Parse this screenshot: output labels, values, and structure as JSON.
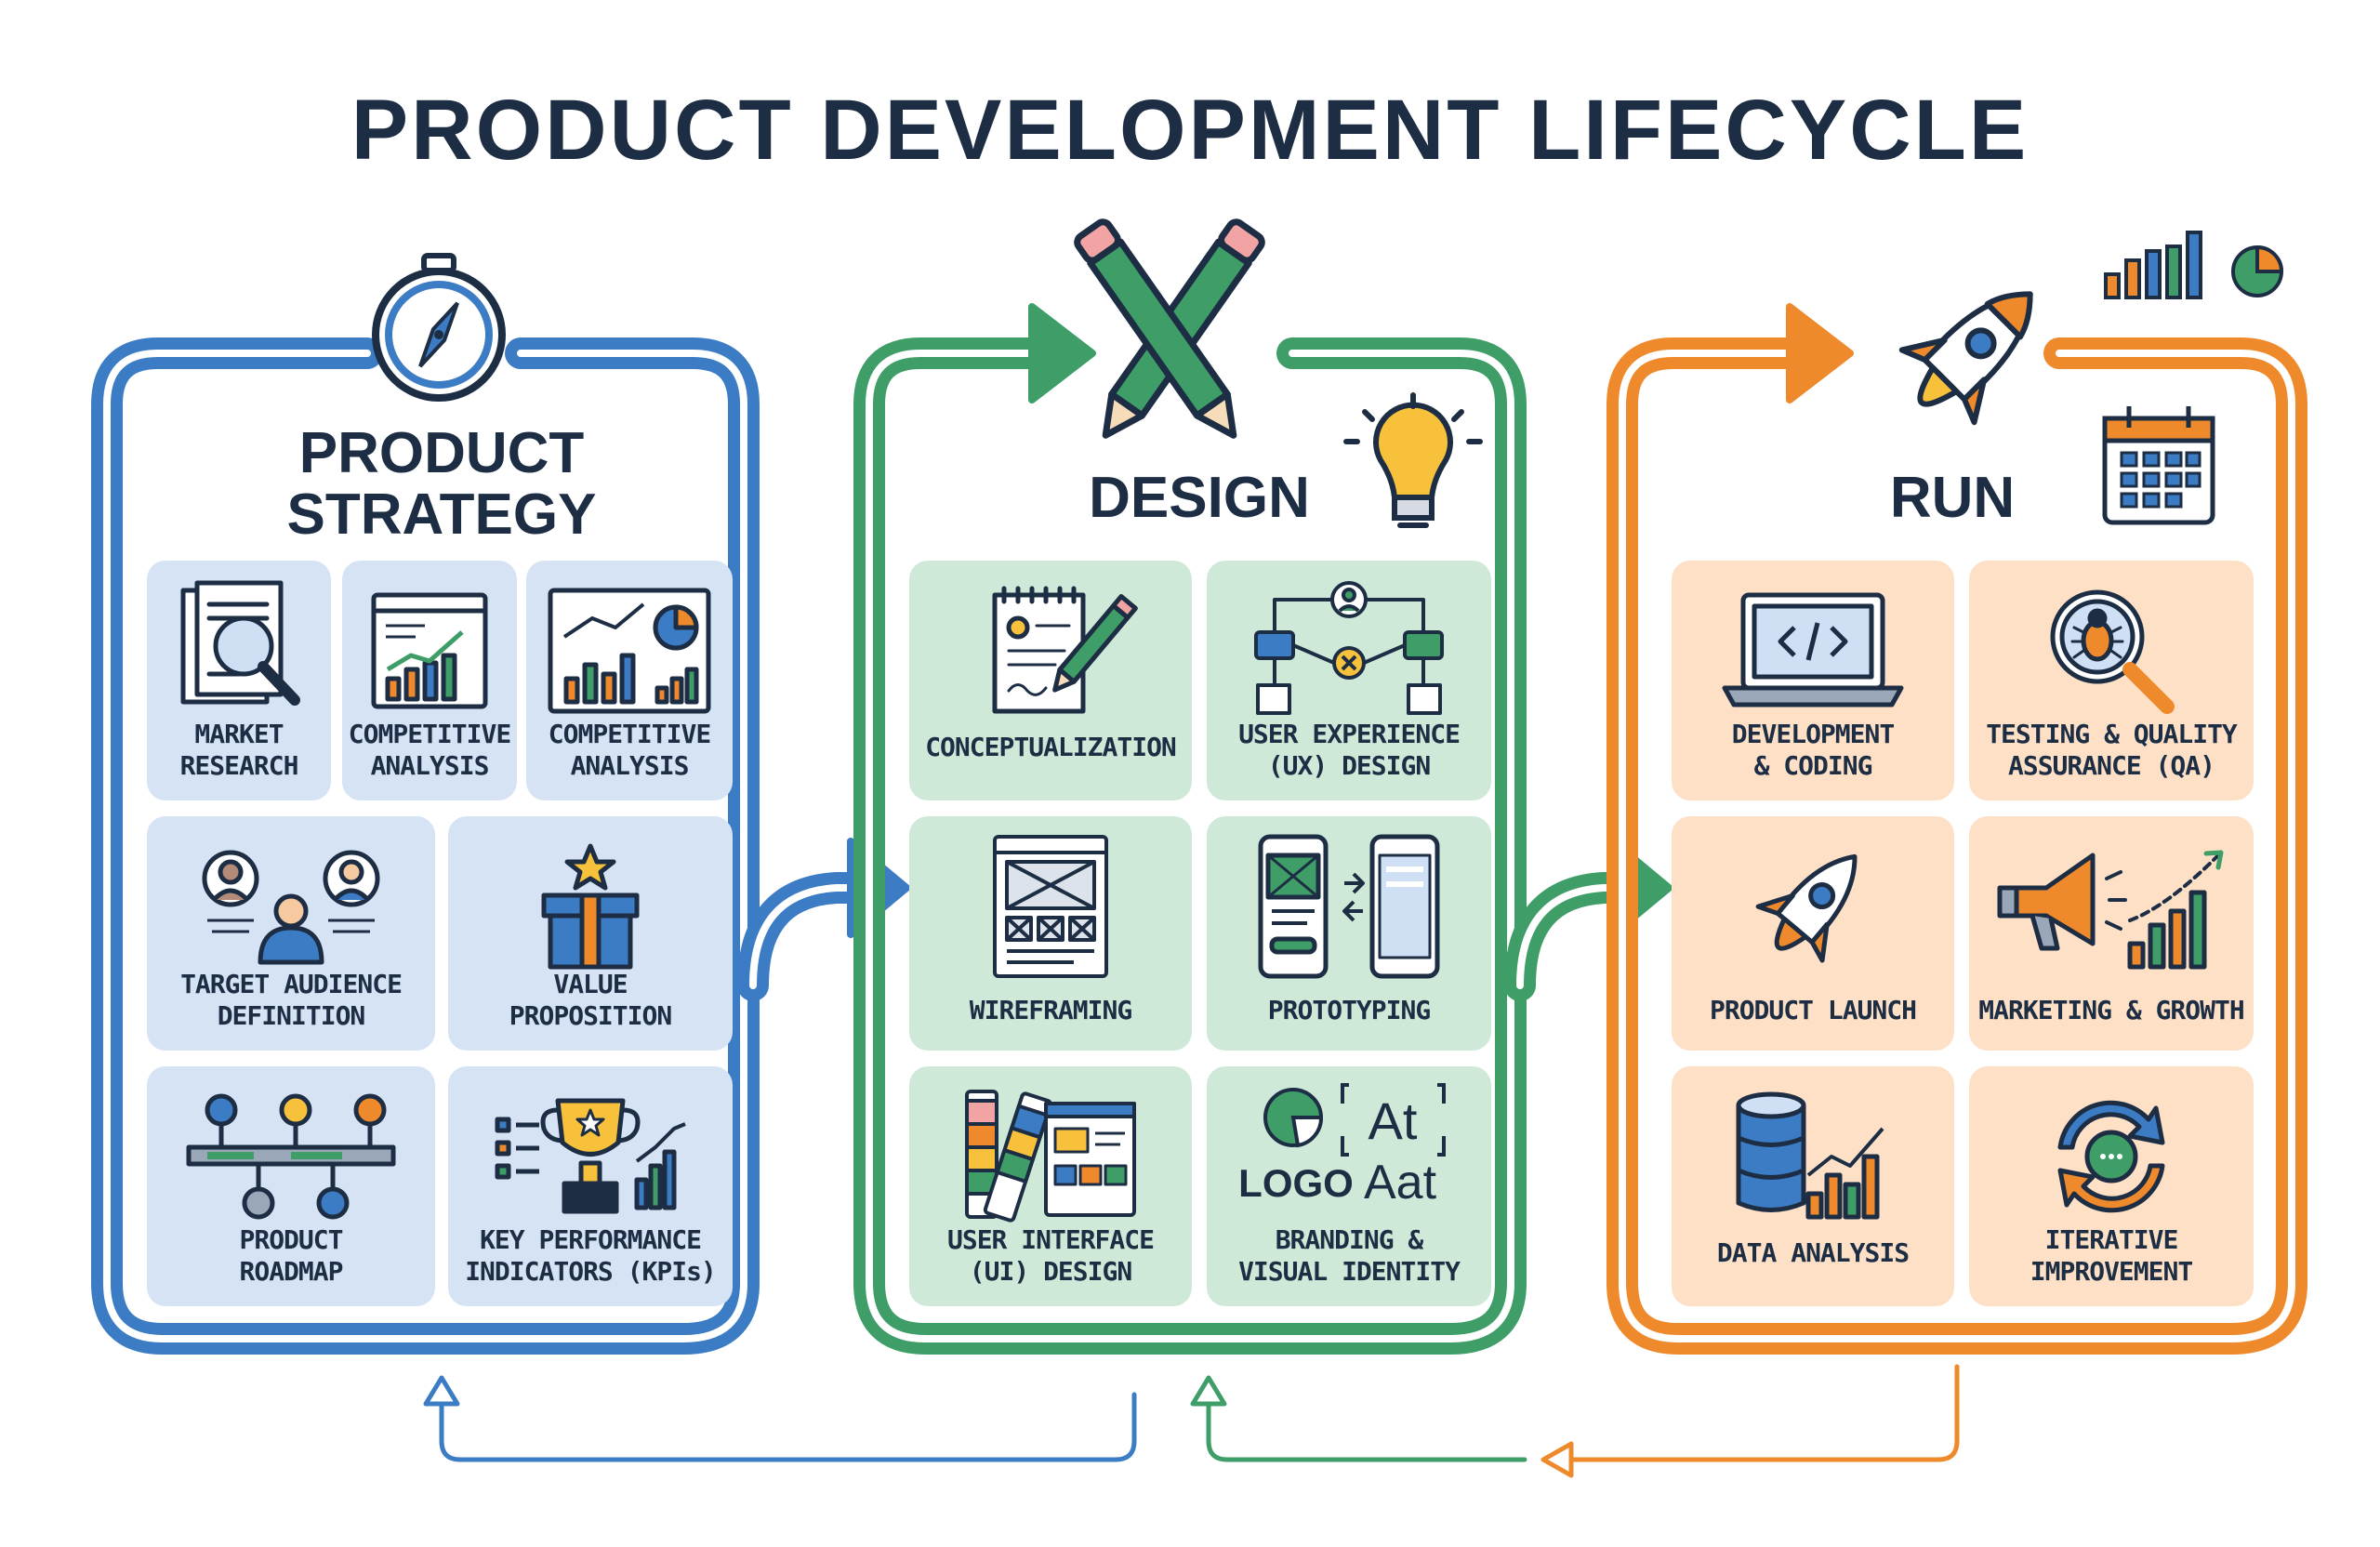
{
  "title": "PRODUCT DEVELOPMENT LIFECYCLE",
  "colors": {
    "strategy": "#3b7cc4",
    "design": "#3f9e68",
    "run": "#ef8a2c",
    "text": "#1d2d44"
  },
  "phases": [
    {
      "name_lines": [
        "PRODUCT",
        "STRATEGY"
      ],
      "icon": "compass-icon",
      "cards": [
        {
          "lines": [
            "MARKET",
            "RESEARCH"
          ],
          "icon": "magnifier-document-icon"
        },
        {
          "lines": [
            "COMPETITIVE",
            "ANALYSIS"
          ],
          "icon": "browser-chart-icon"
        },
        {
          "lines": [
            "COMPETITIVE",
            "ANALYSIS"
          ],
          "icon": "dashboard-chart-icon"
        },
        {
          "lines": [
            "TARGET AUDIENCE",
            "DEFINITION"
          ],
          "icon": "audience-icon"
        },
        {
          "lines": [
            "VALUE",
            "PROPOSITION"
          ],
          "icon": "gift-star-icon"
        },
        {
          "lines": [
            "PRODUCT",
            "ROADMAP"
          ],
          "icon": "roadmap-icon"
        },
        {
          "lines": [
            "KEY PERFORMANCE",
            "INDICATORS (KPIs)"
          ],
          "icon": "trophy-icon"
        }
      ]
    },
    {
      "name_lines": [
        "DESIGN"
      ],
      "icon": "crossed-pencils-icon",
      "cards": [
        {
          "lines": [
            "CONCEPTUALIZATION"
          ],
          "icon": "sketchpad-icon"
        },
        {
          "lines": [
            "USER EXPERIENCE",
            "(UX) DESIGN"
          ],
          "icon": "user-flow-icon"
        },
        {
          "lines": [
            "WIREFRAMING"
          ],
          "icon": "wireframe-icon"
        },
        {
          "lines": [
            "PROTOTYPING"
          ],
          "icon": "phones-icon"
        },
        {
          "lines": [
            "USER INTERFACE",
            "(UI) DESIGN"
          ],
          "icon": "swatches-icon"
        },
        {
          "lines": [
            "BRANDING &",
            "VISUAL IDENTITY"
          ],
          "icon": "logo-type-icon"
        }
      ]
    },
    {
      "name_lines": [
        "RUN"
      ],
      "icon": "rocket-icon",
      "cards": [
        {
          "lines": [
            "DEVELOPMENT",
            "& CODING"
          ],
          "icon": "laptop-code-icon"
        },
        {
          "lines": [
            "TESTING & QUALITY",
            "ASSURANCE (QA)"
          ],
          "icon": "bug-magnifier-icon"
        },
        {
          "lines": [
            "PRODUCT LAUNCH"
          ],
          "icon": "rocket-icon"
        },
        {
          "lines": [
            "MARKETING & GROWTH"
          ],
          "icon": "megaphone-icon"
        },
        {
          "lines": [
            "DATA ANALYSIS"
          ],
          "icon": "database-chart-icon"
        },
        {
          "lines": [
            "ITERATIVE",
            "IMPROVEMENT"
          ],
          "icon": "cycle-icon"
        }
      ]
    }
  ],
  "logo_sample": {
    "at1": "At",
    "logo": "LOGO",
    "at2": "Aat"
  }
}
